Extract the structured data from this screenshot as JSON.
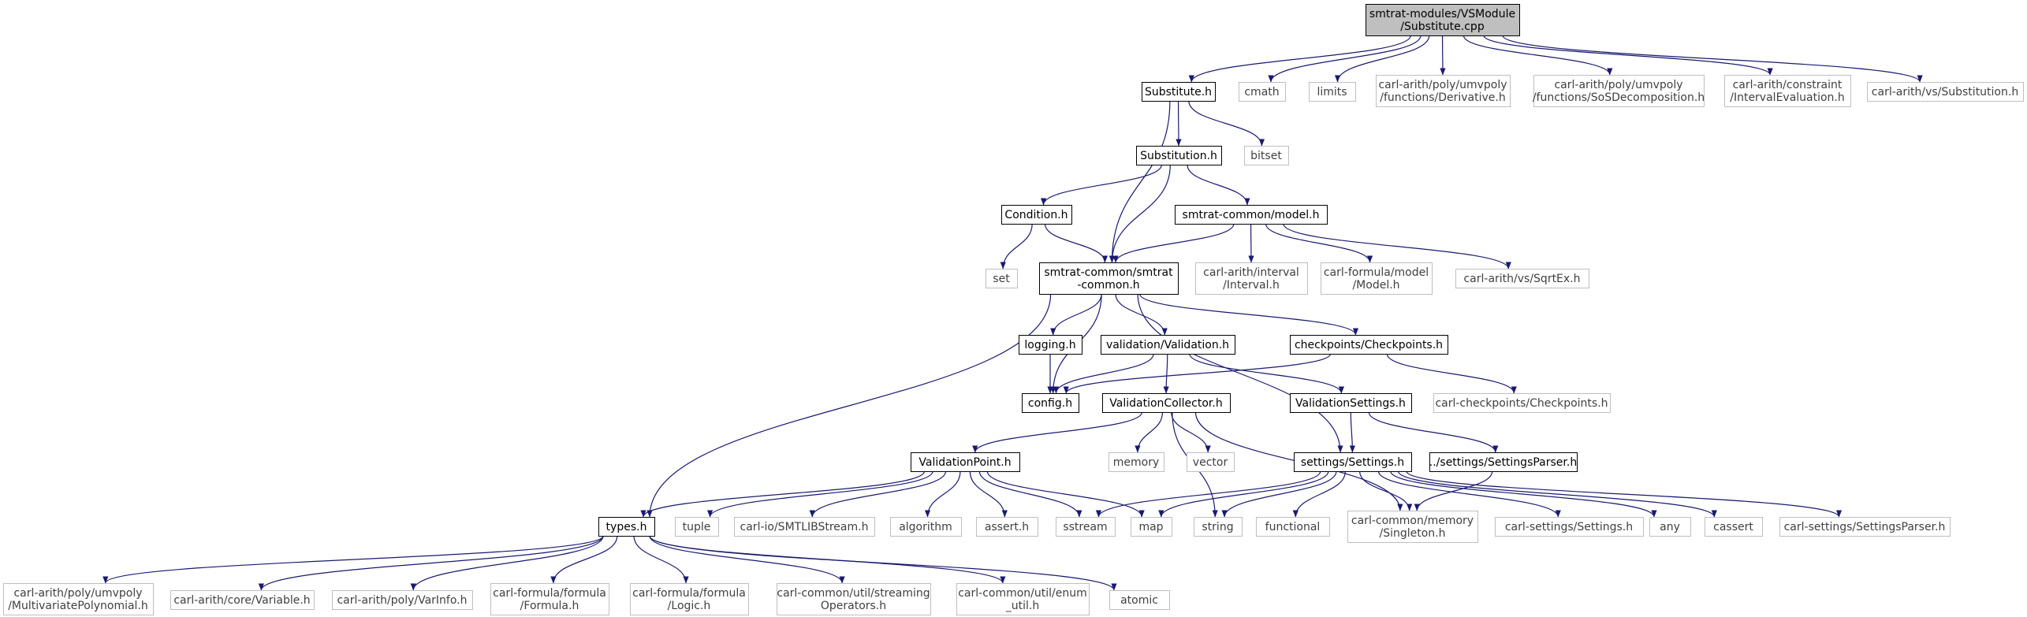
{
  "colors": {
    "edge": "#191970",
    "root_fill": "#bfbfbf",
    "box_border_local": "#000000",
    "box_border_external": "#bfbfbf",
    "text_local": "#000000",
    "text_external": "#404040"
  },
  "nodes": [
    {
      "id": "root",
      "lines": [
        "smtrat-modules/VSModule",
        "/Substitute.cpp"
      ],
      "kind": "root"
    },
    {
      "id": "substitute_h",
      "lines": [
        "Substitute.h"
      ],
      "kind": "local"
    },
    {
      "id": "cmath",
      "lines": [
        "cmath"
      ],
      "kind": "external"
    },
    {
      "id": "limits",
      "lines": [
        "limits"
      ],
      "kind": "external"
    },
    {
      "id": "derivative_h",
      "lines": [
        "carl-arith/poly/umvpoly",
        "/functions/Derivative.h"
      ],
      "kind": "external"
    },
    {
      "id": "sos_h",
      "lines": [
        "carl-arith/poly/umvpoly",
        "/functions/SoSDecomposition.h"
      ],
      "kind": "external"
    },
    {
      "id": "intervaleval_h",
      "lines": [
        "carl-arith/constraint",
        "/IntervalEvaluation.h"
      ],
      "kind": "external"
    },
    {
      "id": "vs_substitution_h",
      "lines": [
        "carl-arith/vs/Substitution.h"
      ],
      "kind": "external"
    },
    {
      "id": "substitution_h",
      "lines": [
        "Substitution.h"
      ],
      "kind": "local"
    },
    {
      "id": "bitset",
      "lines": [
        "bitset"
      ],
      "kind": "external"
    },
    {
      "id": "condition_h",
      "lines": [
        "Condition.h"
      ],
      "kind": "local"
    },
    {
      "id": "model_h",
      "lines": [
        "smtrat-common/model.h"
      ],
      "kind": "local"
    },
    {
      "id": "set",
      "lines": [
        "set"
      ],
      "kind": "external"
    },
    {
      "id": "smtrat_common_h",
      "lines": [
        "smtrat-common/smtrat",
        "-common.h"
      ],
      "kind": "local"
    },
    {
      "id": "interval_h",
      "lines": [
        "carl-arith/interval",
        "/Interval.h"
      ],
      "kind": "external"
    },
    {
      "id": "formula_model_h",
      "lines": [
        "carl-formula/model",
        "/Model.h"
      ],
      "kind": "external"
    },
    {
      "id": "sqrtex_h",
      "lines": [
        "carl-arith/vs/SqrtEx.h"
      ],
      "kind": "external"
    },
    {
      "id": "logging_h",
      "lines": [
        "logging.h"
      ],
      "kind": "local"
    },
    {
      "id": "validation_h",
      "lines": [
        "validation/Validation.h"
      ],
      "kind": "local"
    },
    {
      "id": "checkpoints_h",
      "lines": [
        "checkpoints/Checkpoints.h"
      ],
      "kind": "local"
    },
    {
      "id": "config_h",
      "lines": [
        "config.h"
      ],
      "kind": "local"
    },
    {
      "id": "validationcollector_h",
      "lines": [
        "ValidationCollector.h"
      ],
      "kind": "local"
    },
    {
      "id": "validationsettings_h",
      "lines": [
        "ValidationSettings.h"
      ],
      "kind": "local"
    },
    {
      "id": "carl_checkpoints_h",
      "lines": [
        "carl-checkpoints/Checkpoints.h"
      ],
      "kind": "external"
    },
    {
      "id": "validationpoint_h",
      "lines": [
        "ValidationPoint.h"
      ],
      "kind": "local"
    },
    {
      "id": "memory",
      "lines": [
        "memory"
      ],
      "kind": "external"
    },
    {
      "id": "vector",
      "lines": [
        "vector"
      ],
      "kind": "external"
    },
    {
      "id": "settings_h",
      "lines": [
        "settings/Settings.h"
      ],
      "kind": "local"
    },
    {
      "id": "settingsparser_h",
      "lines": [
        "../settings/SettingsParser.h"
      ],
      "kind": "local"
    },
    {
      "id": "types_h",
      "lines": [
        "types.h"
      ],
      "kind": "local"
    },
    {
      "id": "tuple",
      "lines": [
        "tuple"
      ],
      "kind": "external"
    },
    {
      "id": "smtlibstream_h",
      "lines": [
        "carl-io/SMTLIBStream.h"
      ],
      "kind": "external"
    },
    {
      "id": "algorithm",
      "lines": [
        "algorithm"
      ],
      "kind": "external"
    },
    {
      "id": "assert_h",
      "lines": [
        "assert.h"
      ],
      "kind": "external"
    },
    {
      "id": "sstream",
      "lines": [
        "sstream"
      ],
      "kind": "external"
    },
    {
      "id": "map",
      "lines": [
        "map"
      ],
      "kind": "external"
    },
    {
      "id": "string",
      "lines": [
        "string"
      ],
      "kind": "external"
    },
    {
      "id": "functional",
      "lines": [
        "functional"
      ],
      "kind": "external"
    },
    {
      "id": "singleton_h",
      "lines": [
        "carl-common/memory",
        "/Singleton.h"
      ],
      "kind": "external"
    },
    {
      "id": "carl_settings_h",
      "lines": [
        "carl-settings/Settings.h"
      ],
      "kind": "external"
    },
    {
      "id": "any",
      "lines": [
        "any"
      ],
      "kind": "external"
    },
    {
      "id": "cassert",
      "lines": [
        "cassert"
      ],
      "kind": "external"
    },
    {
      "id": "carl_settingsparser_h",
      "lines": [
        "carl-settings/SettingsParser.h"
      ],
      "kind": "external"
    },
    {
      "id": "multivariatepoly_h",
      "lines": [
        "carl-arith/poly/umvpoly",
        "/MultivariatePolynomial.h"
      ],
      "kind": "external"
    },
    {
      "id": "variable_h",
      "lines": [
        "carl-arith/core/Variable.h"
      ],
      "kind": "external"
    },
    {
      "id": "varinfo_h",
      "lines": [
        "carl-arith/poly/VarInfo.h"
      ],
      "kind": "external"
    },
    {
      "id": "formula_h",
      "lines": [
        "carl-formula/formula",
        "/Formula.h"
      ],
      "kind": "external"
    },
    {
      "id": "logic_h",
      "lines": [
        "carl-formula/formula",
        "/Logic.h"
      ],
      "kind": "external"
    },
    {
      "id": "streamingops_h",
      "lines": [
        "carl-common/util/streaming",
        "Operators.h"
      ],
      "kind": "external"
    },
    {
      "id": "enum_util_h",
      "lines": [
        "carl-common/util/enum",
        "_util.h"
      ],
      "kind": "external"
    },
    {
      "id": "atomic",
      "lines": [
        "atomic"
      ],
      "kind": "external"
    }
  ],
  "edges": [
    [
      "root",
      "substitute_h"
    ],
    [
      "root",
      "cmath"
    ],
    [
      "root",
      "limits"
    ],
    [
      "root",
      "derivative_h"
    ],
    [
      "root",
      "sos_h"
    ],
    [
      "root",
      "intervaleval_h"
    ],
    [
      "root",
      "vs_substitution_h"
    ],
    [
      "substitute_h",
      "smtrat_common_h"
    ],
    [
      "substitute_h",
      "substitution_h"
    ],
    [
      "substitute_h",
      "bitset"
    ],
    [
      "substitution_h",
      "condition_h"
    ],
    [
      "substitution_h",
      "model_h"
    ],
    [
      "substitution_h",
      "smtrat_common_h"
    ],
    [
      "condition_h",
      "set"
    ],
    [
      "condition_h",
      "smtrat_common_h"
    ],
    [
      "model_h",
      "smtrat_common_h"
    ],
    [
      "model_h",
      "interval_h"
    ],
    [
      "model_h",
      "formula_model_h"
    ],
    [
      "model_h",
      "sqrtex_h"
    ],
    [
      "smtrat_common_h",
      "config_h"
    ],
    [
      "smtrat_common_h",
      "logging_h"
    ],
    [
      "smtrat_common_h",
      "validation_h"
    ],
    [
      "smtrat_common_h",
      "checkpoints_h"
    ],
    [
      "smtrat_common_h",
      "settings_h"
    ],
    [
      "smtrat_common_h",
      "types_h"
    ],
    [
      "logging_h",
      "config_h"
    ],
    [
      "validation_h",
      "config_h"
    ],
    [
      "validation_h",
      "validationcollector_h"
    ],
    [
      "validation_h",
      "validationsettings_h"
    ],
    [
      "checkpoints_h",
      "config_h"
    ],
    [
      "checkpoints_h",
      "carl_checkpoints_h"
    ],
    [
      "validationcollector_h",
      "validationpoint_h"
    ],
    [
      "validationcollector_h",
      "memory"
    ],
    [
      "validationcollector_h",
      "vector"
    ],
    [
      "validationcollector_h",
      "string"
    ],
    [
      "validationcollector_h",
      "singleton_h"
    ],
    [
      "validationsettings_h",
      "settings_h"
    ],
    [
      "validationsettings_h",
      "settingsparser_h"
    ],
    [
      "validationpoint_h",
      "types_h"
    ],
    [
      "validationpoint_h",
      "tuple"
    ],
    [
      "validationpoint_h",
      "smtlibstream_h"
    ],
    [
      "validationpoint_h",
      "algorithm"
    ],
    [
      "validationpoint_h",
      "assert_h"
    ],
    [
      "validationpoint_h",
      "sstream"
    ],
    [
      "validationpoint_h",
      "map"
    ],
    [
      "settings_h",
      "sstream"
    ],
    [
      "settings_h",
      "map"
    ],
    [
      "settings_h",
      "string"
    ],
    [
      "settings_h",
      "functional"
    ],
    [
      "settings_h",
      "singleton_h"
    ],
    [
      "settings_h",
      "carl_settings_h"
    ],
    [
      "settings_h",
      "any"
    ],
    [
      "settings_h",
      "cassert"
    ],
    [
      "settings_h",
      "carl_settingsparser_h"
    ],
    [
      "settingsparser_h",
      "singleton_h"
    ],
    [
      "types_h",
      "multivariatepoly_h"
    ],
    [
      "types_h",
      "variable_h"
    ],
    [
      "types_h",
      "varinfo_h"
    ],
    [
      "types_h",
      "formula_h"
    ],
    [
      "types_h",
      "logic_h"
    ],
    [
      "types_h",
      "streamingops_h"
    ],
    [
      "types_h",
      "enum_util_h"
    ],
    [
      "types_h",
      "atomic"
    ]
  ]
}
